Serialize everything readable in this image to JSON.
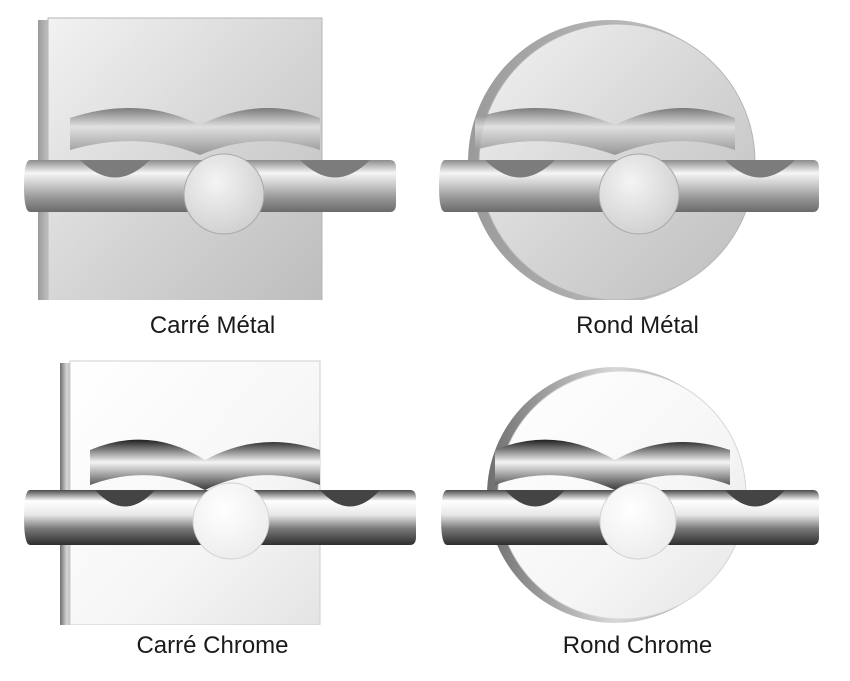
{
  "products": [
    {
      "label": "Carré Métal",
      "shape": "square",
      "finish": "metal"
    },
    {
      "label": "Rond Métal",
      "shape": "round",
      "finish": "metal"
    },
    {
      "label": "Carré Chrome",
      "shape": "square",
      "finish": "chrome"
    },
    {
      "label": "Rond Chrome",
      "shape": "round",
      "finish": "chrome"
    }
  ],
  "colors": {
    "background": "#ffffff",
    "caption_text": "#1a1a1a",
    "metal_light": "#e6e6e6",
    "metal_dark": "#a9a9a9",
    "chrome_light": "#ffffff",
    "chrome_dark": "#3a3a3a"
  }
}
